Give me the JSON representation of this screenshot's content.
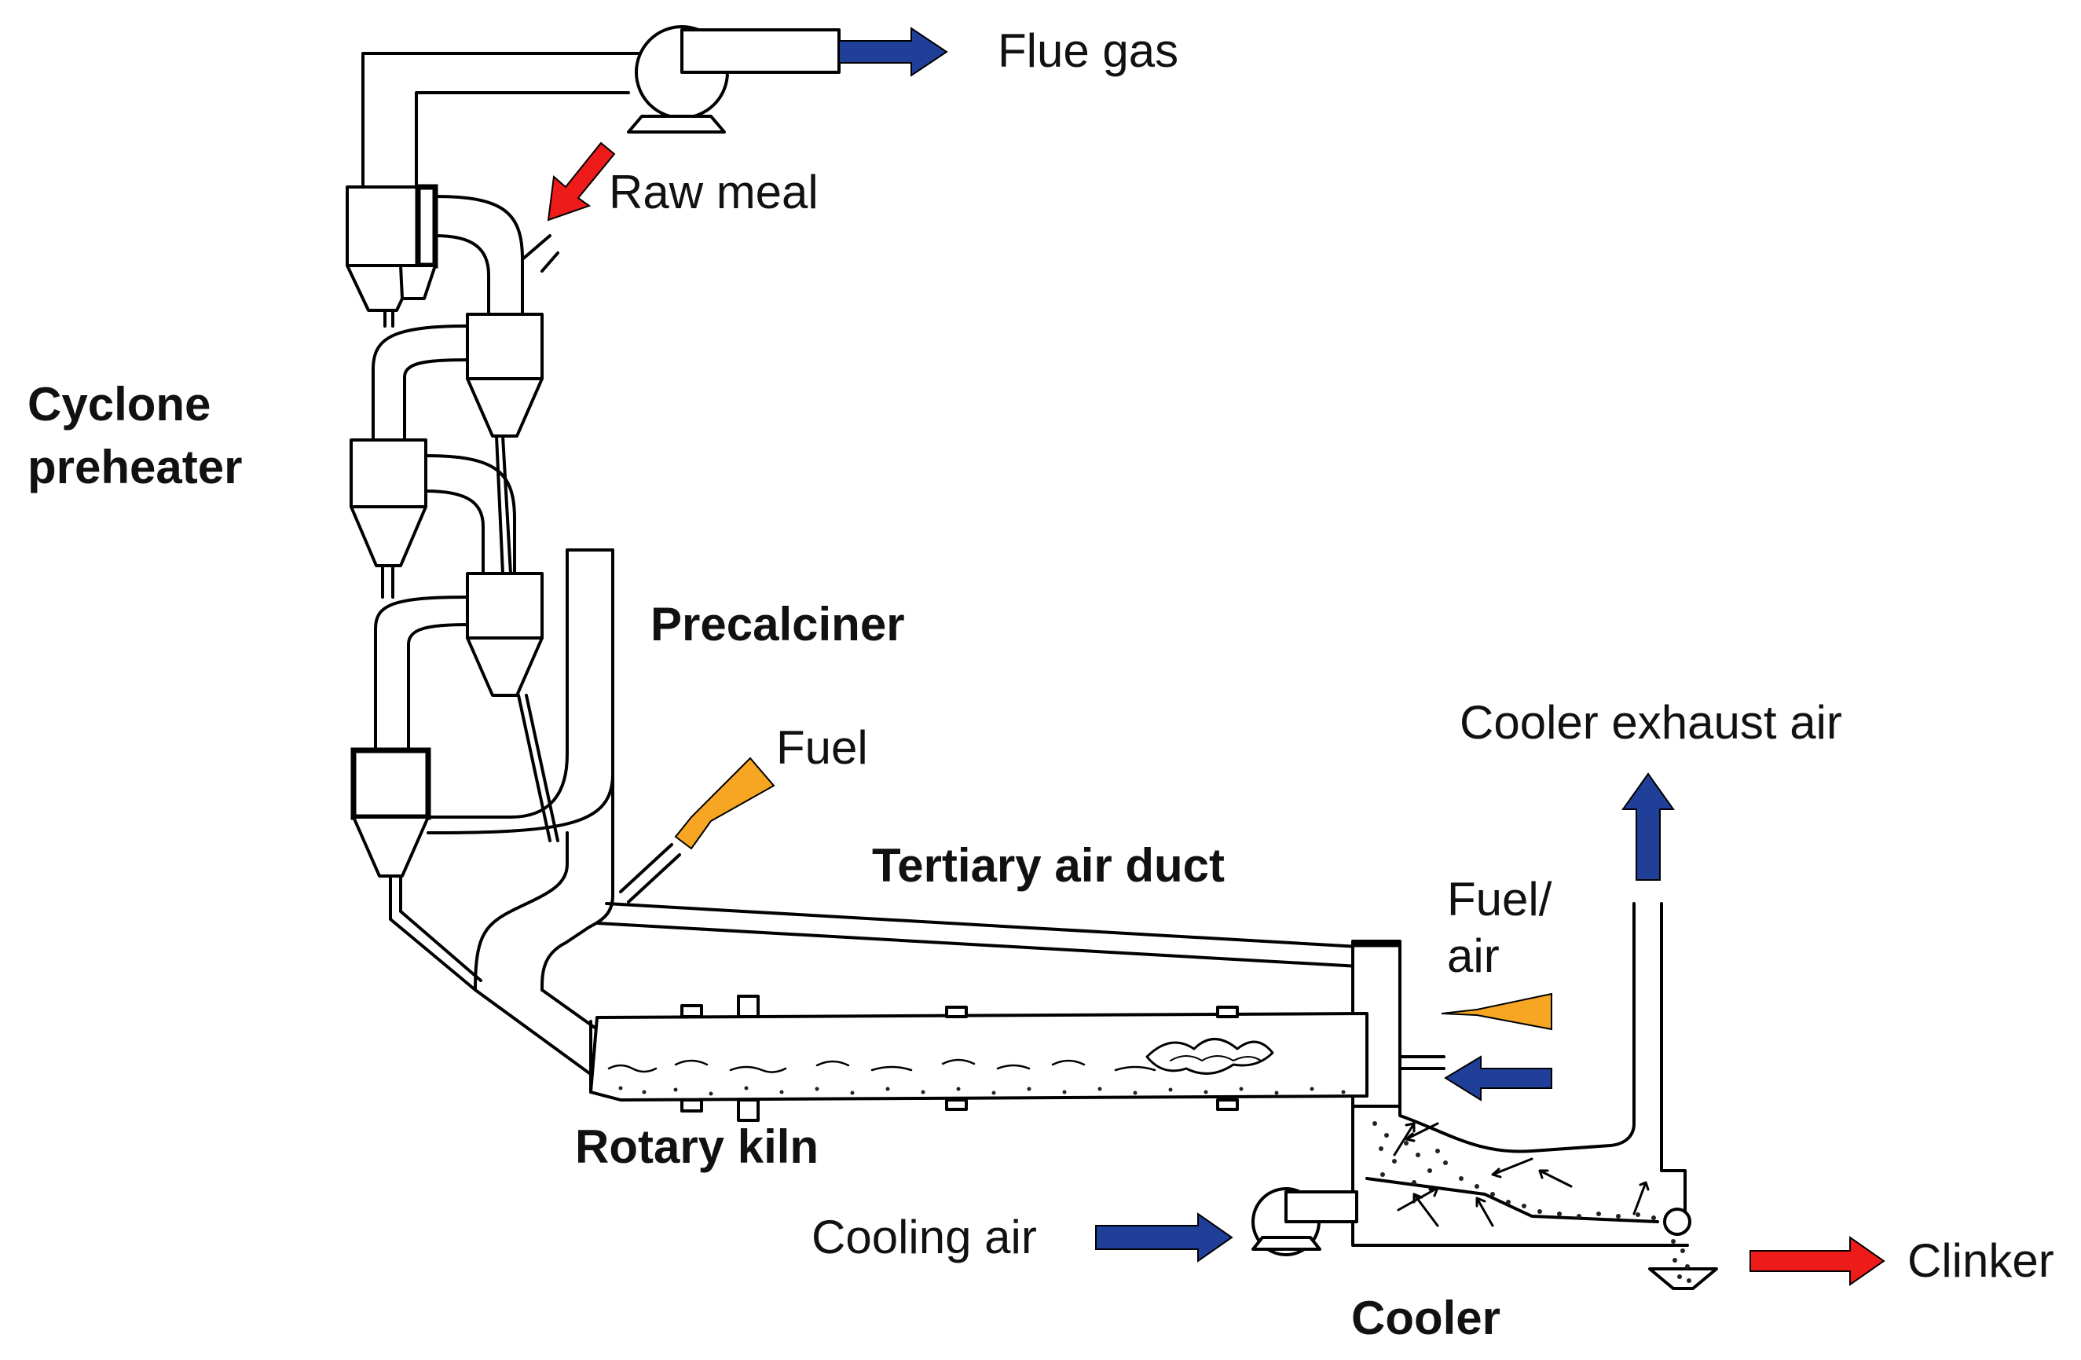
{
  "labels": {
    "flue_gas": "Flue gas",
    "raw_meal": "Raw meal",
    "cyclone_preheater_line1": "Cyclone",
    "cyclone_preheater_line2": "preheater",
    "precalciner": "Precalciner",
    "fuel": "Fuel",
    "tertiary_air_duct": "Tertiary air duct",
    "cooler_exhaust_air": "Cooler exhaust air",
    "fuel_air_line1": "Fuel/",
    "fuel_air_line2": "air",
    "rotary_kiln": "Rotary kiln",
    "cooling_air": "Cooling air",
    "cooler": "Cooler",
    "clinker": "Clinker"
  },
  "colors": {
    "blue_arrow": "#1f3f99",
    "red_arrow": "#ee1b1b",
    "orange_arrow": "#f6a623",
    "line": "#000000"
  }
}
